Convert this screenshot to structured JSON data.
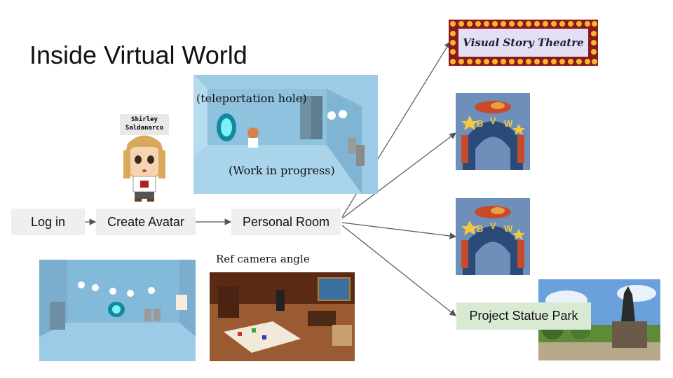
{
  "title": "Inside Virtual World",
  "nodes": {
    "login": "Log in",
    "create_avatar": "Create Avatar",
    "personal_room": "Personal Room",
    "statue_park": "Project Statue Park"
  },
  "avatar_tag": {
    "line1": "Shirley",
    "line2": "Saldanarco"
  },
  "room_notes": {
    "teleport": "(teleportation hole)",
    "wip": "(Work in progress)"
  },
  "ref_caption": "Ref camera angle",
  "theatre_sign": "Visual Story Theatre",
  "arch_letters": [
    "B",
    "V",
    "W"
  ],
  "colors": {
    "box": "#efefef",
    "green": "#d9ead3",
    "room": "#8fc3e0",
    "arrow": "#555555"
  }
}
